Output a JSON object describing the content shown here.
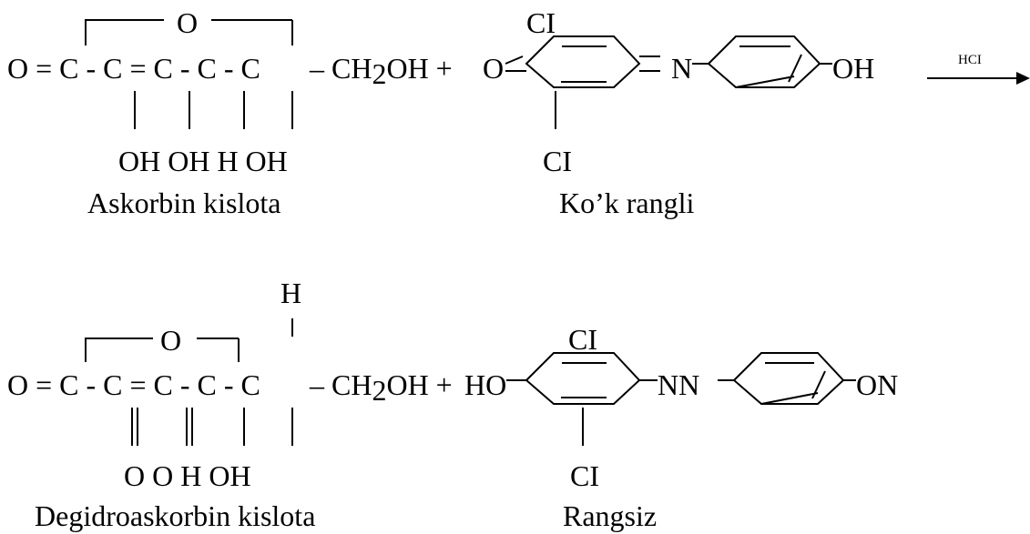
{
  "reaction1": {
    "main_chain": "O = C - C = C - C - C",
    "ring_o": "O",
    "tail": "– CH",
    "tail_sub": "2",
    "tail_end": "OH +",
    "sub_row": "OH OH H  OH",
    "name": "Askorbin kislota",
    "reagent_o": "O",
    "reagent_cl_top": "CI",
    "reagent_cl_bottom": "CI",
    "reagent_n": "N",
    "reagent_oh": "OH",
    "reagent_name": "Ko’k rangli",
    "catalyst": "HCI"
  },
  "reaction2": {
    "top_h": "H",
    "main_chain": "O = C - C = C - C - C",
    "ring_o": "O",
    "tail": "– CH",
    "tail_sub": "2",
    "tail_end": "OH +",
    "sub_row": "O    O    H  OH",
    "name": "Degidroaskorbin kislota",
    "product_ho": "HO",
    "product_cl_top": "CI",
    "product_cl_bottom": "CI",
    "product_nn": "NN",
    "product_on": "ON",
    "product_name": "Rangsiz"
  }
}
